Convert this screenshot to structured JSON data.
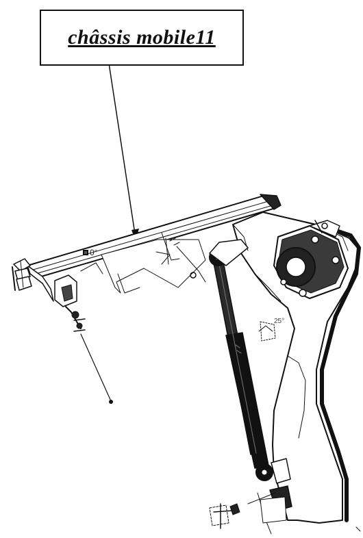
{
  "callout": {
    "label": "châssis mobile11"
  },
  "annotations": {
    "angle_label": "0°",
    "angle_label_2": "25°"
  },
  "colors": {
    "ink": "#111111",
    "paper": "#ffffff",
    "shade": "#3a3a3a"
  }
}
